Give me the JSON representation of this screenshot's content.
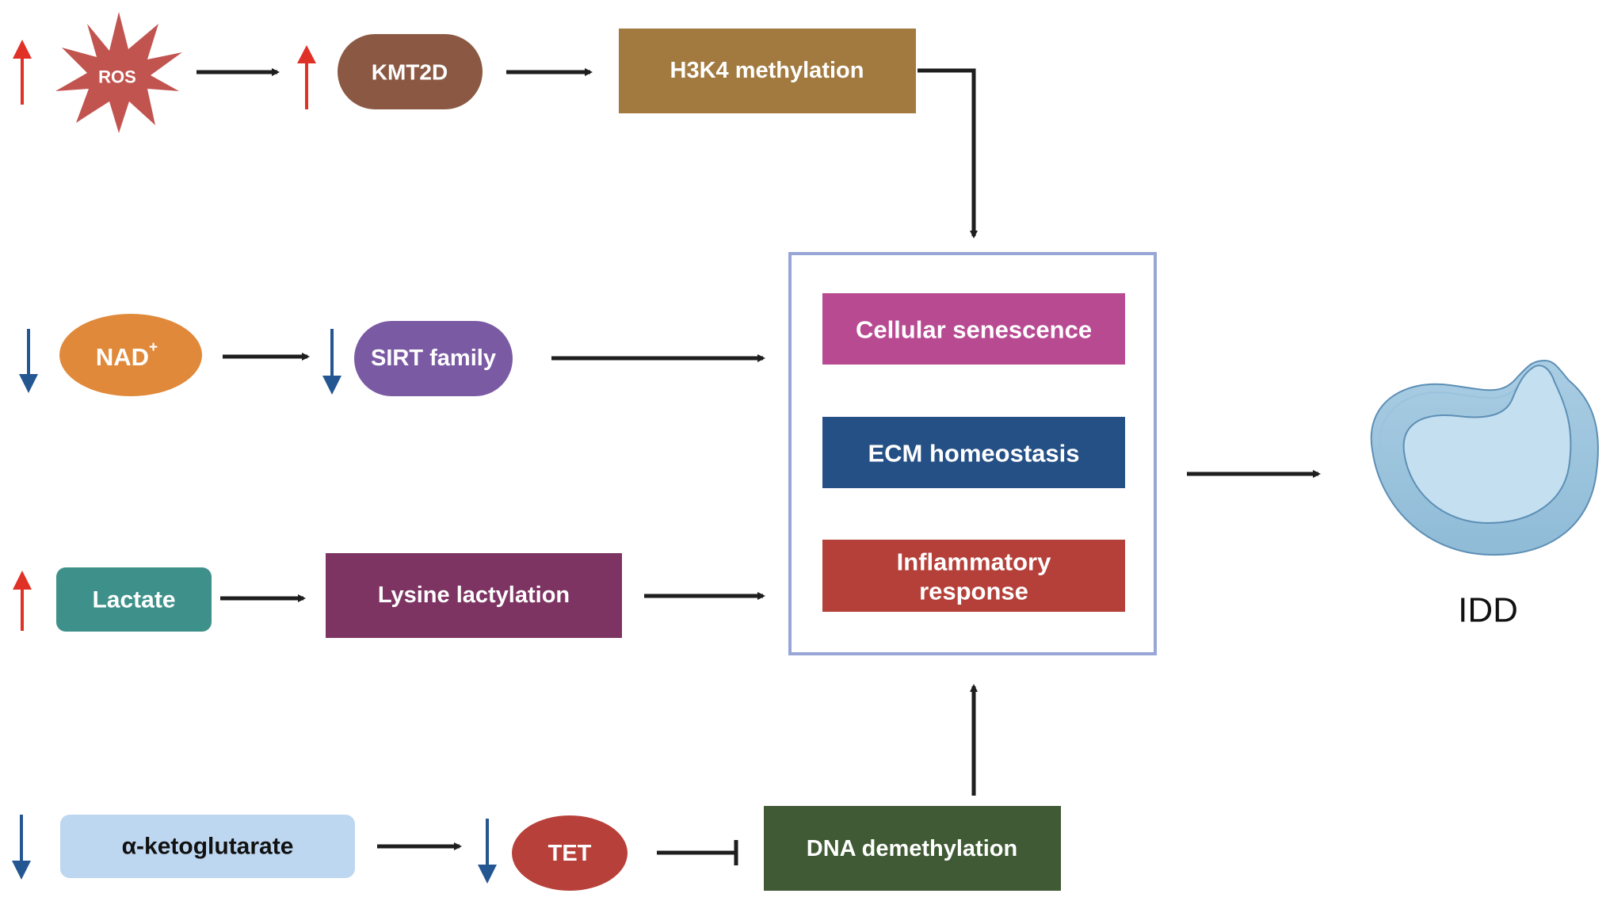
{
  "title": "Metabolic-epigenetic regulation of intervertebral disc degeneration",
  "colors": {
    "up_arrow": "#e03127",
    "down_arrow": "#245692",
    "arrow": "#1e1e1e",
    "outcome_box_border": "#97a6d6"
  },
  "nodes": {
    "ros": {
      "label": "ROS",
      "shape": "burst",
      "color": "#c25450",
      "trend": "up"
    },
    "kmt2d": {
      "label": "KMT2D",
      "shape": "pill",
      "color": "#8b5943",
      "trend": "up"
    },
    "h3k4": {
      "label": "H3K4 methylation",
      "shape": "rect",
      "color": "#a27a40"
    },
    "nad": {
      "label_main": "NAD",
      "label_sup": "+",
      "shape": "ellipse",
      "color": "#e0893a",
      "trend": "down"
    },
    "sirt": {
      "label": "SIRT family",
      "shape": "pill",
      "color": "#7b5aa4",
      "trend": "down"
    },
    "lactate": {
      "label": "Lactate",
      "shape": "rounded-rect",
      "color": "#3e918a",
      "trend": "up"
    },
    "lysine": {
      "label": "Lysine lactylation",
      "shape": "rect",
      "color": "#7d3462"
    },
    "akg": {
      "label": "α-ketoglutarate",
      "shape": "rounded-rect",
      "color": "#bdd7f0",
      "text_color": "#111111",
      "trend": "down"
    },
    "tet": {
      "label": "TET",
      "shape": "pill",
      "color": "#b8403a",
      "trend": "down"
    },
    "dna": {
      "label": "DNA demethylation",
      "shape": "rect",
      "color": "#3f5a34"
    }
  },
  "outcomes": [
    {
      "label": "Cellular senescence",
      "color": "#b84a92"
    },
    {
      "label": "ECM homeostasis",
      "color": "#255086"
    },
    {
      "label_lines": [
        "Inflammatory",
        "response"
      ],
      "color": "#b5403a"
    }
  ],
  "result": {
    "label": "IDD",
    "icon": "intervertebral-disc-icon"
  },
  "edges": [
    {
      "from": "ros",
      "to": "kmt2d",
      "type": "activate"
    },
    {
      "from": "kmt2d",
      "to": "h3k4",
      "type": "activate"
    },
    {
      "from": "h3k4",
      "to": "outcomes",
      "type": "activate"
    },
    {
      "from": "nad",
      "to": "sirt",
      "type": "activate"
    },
    {
      "from": "sirt",
      "to": "outcomes",
      "type": "activate"
    },
    {
      "from": "lactate",
      "to": "lysine",
      "type": "activate"
    },
    {
      "from": "lysine",
      "to": "outcomes",
      "type": "activate"
    },
    {
      "from": "akg",
      "to": "tet",
      "type": "activate"
    },
    {
      "from": "tet",
      "to": "dna",
      "type": "inhibit"
    },
    {
      "from": "dna",
      "to": "outcomes",
      "type": "activate"
    },
    {
      "from": "outcomes",
      "to": "result",
      "type": "activate"
    }
  ]
}
